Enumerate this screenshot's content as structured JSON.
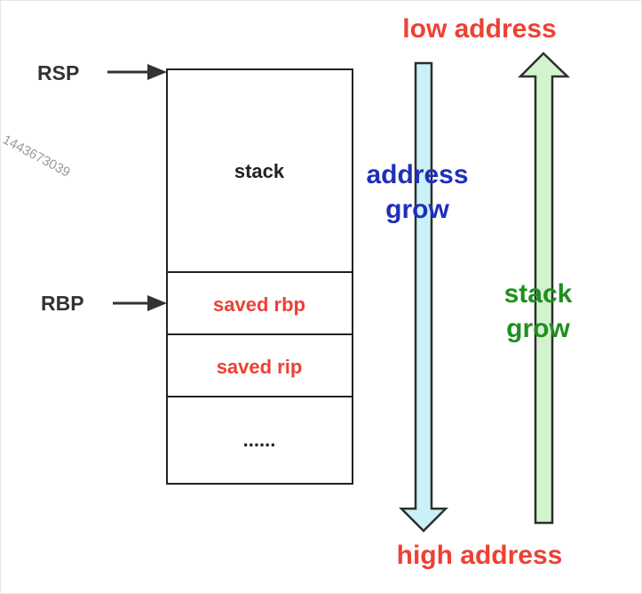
{
  "watermark": "1443673039",
  "registers": {
    "rsp": "RSP",
    "rbp": "RBP"
  },
  "stack_cells": {
    "stack": "stack",
    "saved_rbp": "saved rbp",
    "saved_rip": "saved rip",
    "more": "......"
  },
  "arrows": {
    "top_label": "low address",
    "bottom_label": "high address",
    "address_grow_line1": "address",
    "address_grow_line2": "grow",
    "stack_grow_line1": "stack",
    "stack_grow_line2": "grow"
  },
  "colors": {
    "red_text": "#ec4133",
    "blue_text": "#1f2fb8",
    "green_text": "#1f8f1f",
    "blue_arrow_fill": "#c9f1f7",
    "green_arrow_fill": "#d3f3cf",
    "box_stroke": "#222222",
    "reg_text": "#333333"
  }
}
